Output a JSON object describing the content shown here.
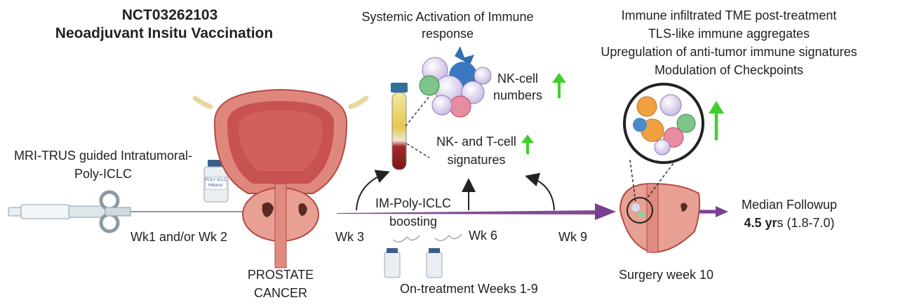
{
  "title": {
    "line1": "NCT03262103",
    "line2": "Neoadjuvant Insitu Vaccination"
  },
  "systemic": {
    "line1": "Systemic Activation of Immune",
    "line2": "response"
  },
  "tme": {
    "lines": [
      "Immune infiltrated TME post-treatment",
      "TLS-like immune aggregates",
      "Upregulation of anti-tumor immune signatures",
      "Modulation of Checkpoints"
    ]
  },
  "nk_cell": {
    "line1": "NK-cell",
    "line2": "numbers"
  },
  "nk_t": {
    "line1": "NK- and T-cell",
    "line2": "signatures"
  },
  "mri": {
    "line1": "MRI-TRUS guided Intratumoral-",
    "line2": "Poly-ICLC"
  },
  "vial_label": {
    "line1": "POLY ICLC",
    "line2": "Hiltonol"
  },
  "timeline": {
    "wk12": "Wk1 and/or Wk 2",
    "wk3": "Wk 3",
    "wk6": "Wk 6",
    "wk9": "Wk 9"
  },
  "boost": {
    "line1": "IM-Poly-ICLC",
    "line2": "boosting"
  },
  "prostate": {
    "line1": "PROSTATE",
    "line2": "CANCER"
  },
  "on_treatment": "On-treatment Weeks 1-9",
  "surgery": "Surgery week 10",
  "followup": {
    "line1": "Median Followup",
    "value": "4.5 yr",
    "unit": "s",
    "range": "(1.8-7.0)"
  },
  "colors": {
    "timeline_arrow": "#7b3f8f",
    "up_arrow": "#3fcf2a",
    "bladder_outer": "#e0877d",
    "bladder_inner": "#c8524f",
    "tumor": "#5a2a24"
  }
}
